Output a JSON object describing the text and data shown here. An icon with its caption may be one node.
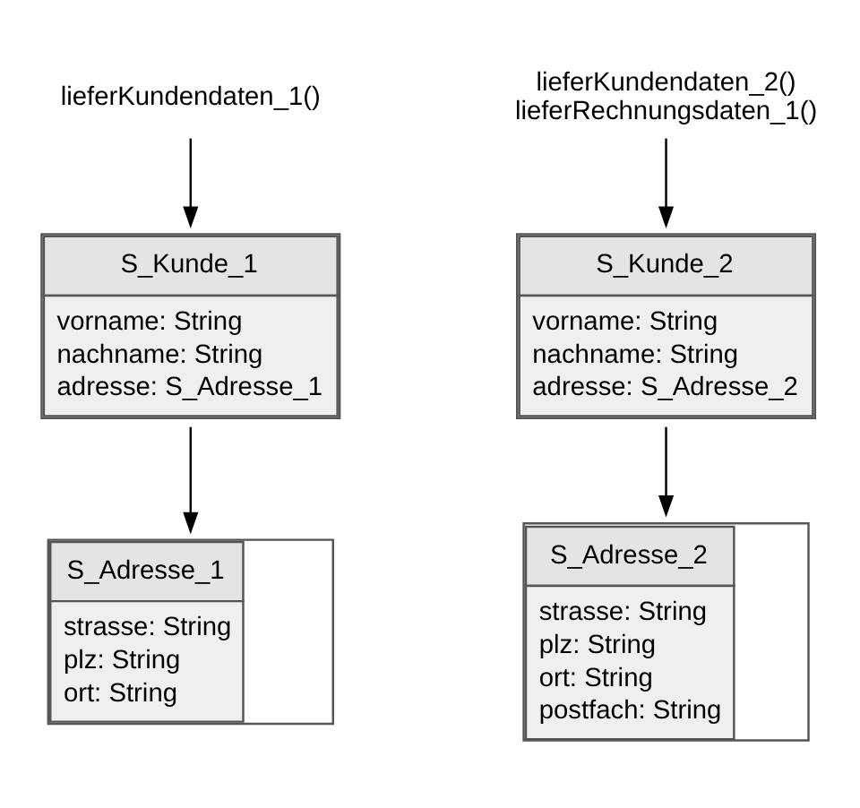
{
  "diagram": {
    "nodes": [
      {
        "text": [
          "lieferKundendaten_1()"
        ]
      },
      {
        "text": [
          "S_Kunde_1",
          "vorname: String",
          "nachname: String",
          "adresse: S_Adresse_1"
        ]
      },
      {
        "text": [
          "S_Adresse_1",
          "strasse: String",
          "plz: String",
          "ort: String"
        ]
      },
      {
        "text": [
          "lieferKundendaten_2()",
          "lieferRechnungsdaten_1()"
        ]
      },
      {
        "text": [
          "S_Kunde_2",
          "vorname: String",
          "nachname: String",
          "adresse: S_Adresse_2"
        ]
      },
      {
        "text": [
          "S_Adresse_2",
          "strasse: String",
          "plz: String",
          "ort: String",
          "postfach: String"
        ]
      }
    ],
    "edges": [
      {
        "from": 0,
        "to": 1,
        "arrow": "to"
      },
      {
        "from": 1,
        "to": 2,
        "arrow": "to"
      },
      {
        "from": 3,
        "to": 4,
        "arrow": "to"
      },
      {
        "from": 4,
        "to": 5,
        "arrow": "to"
      }
    ]
  }
}
